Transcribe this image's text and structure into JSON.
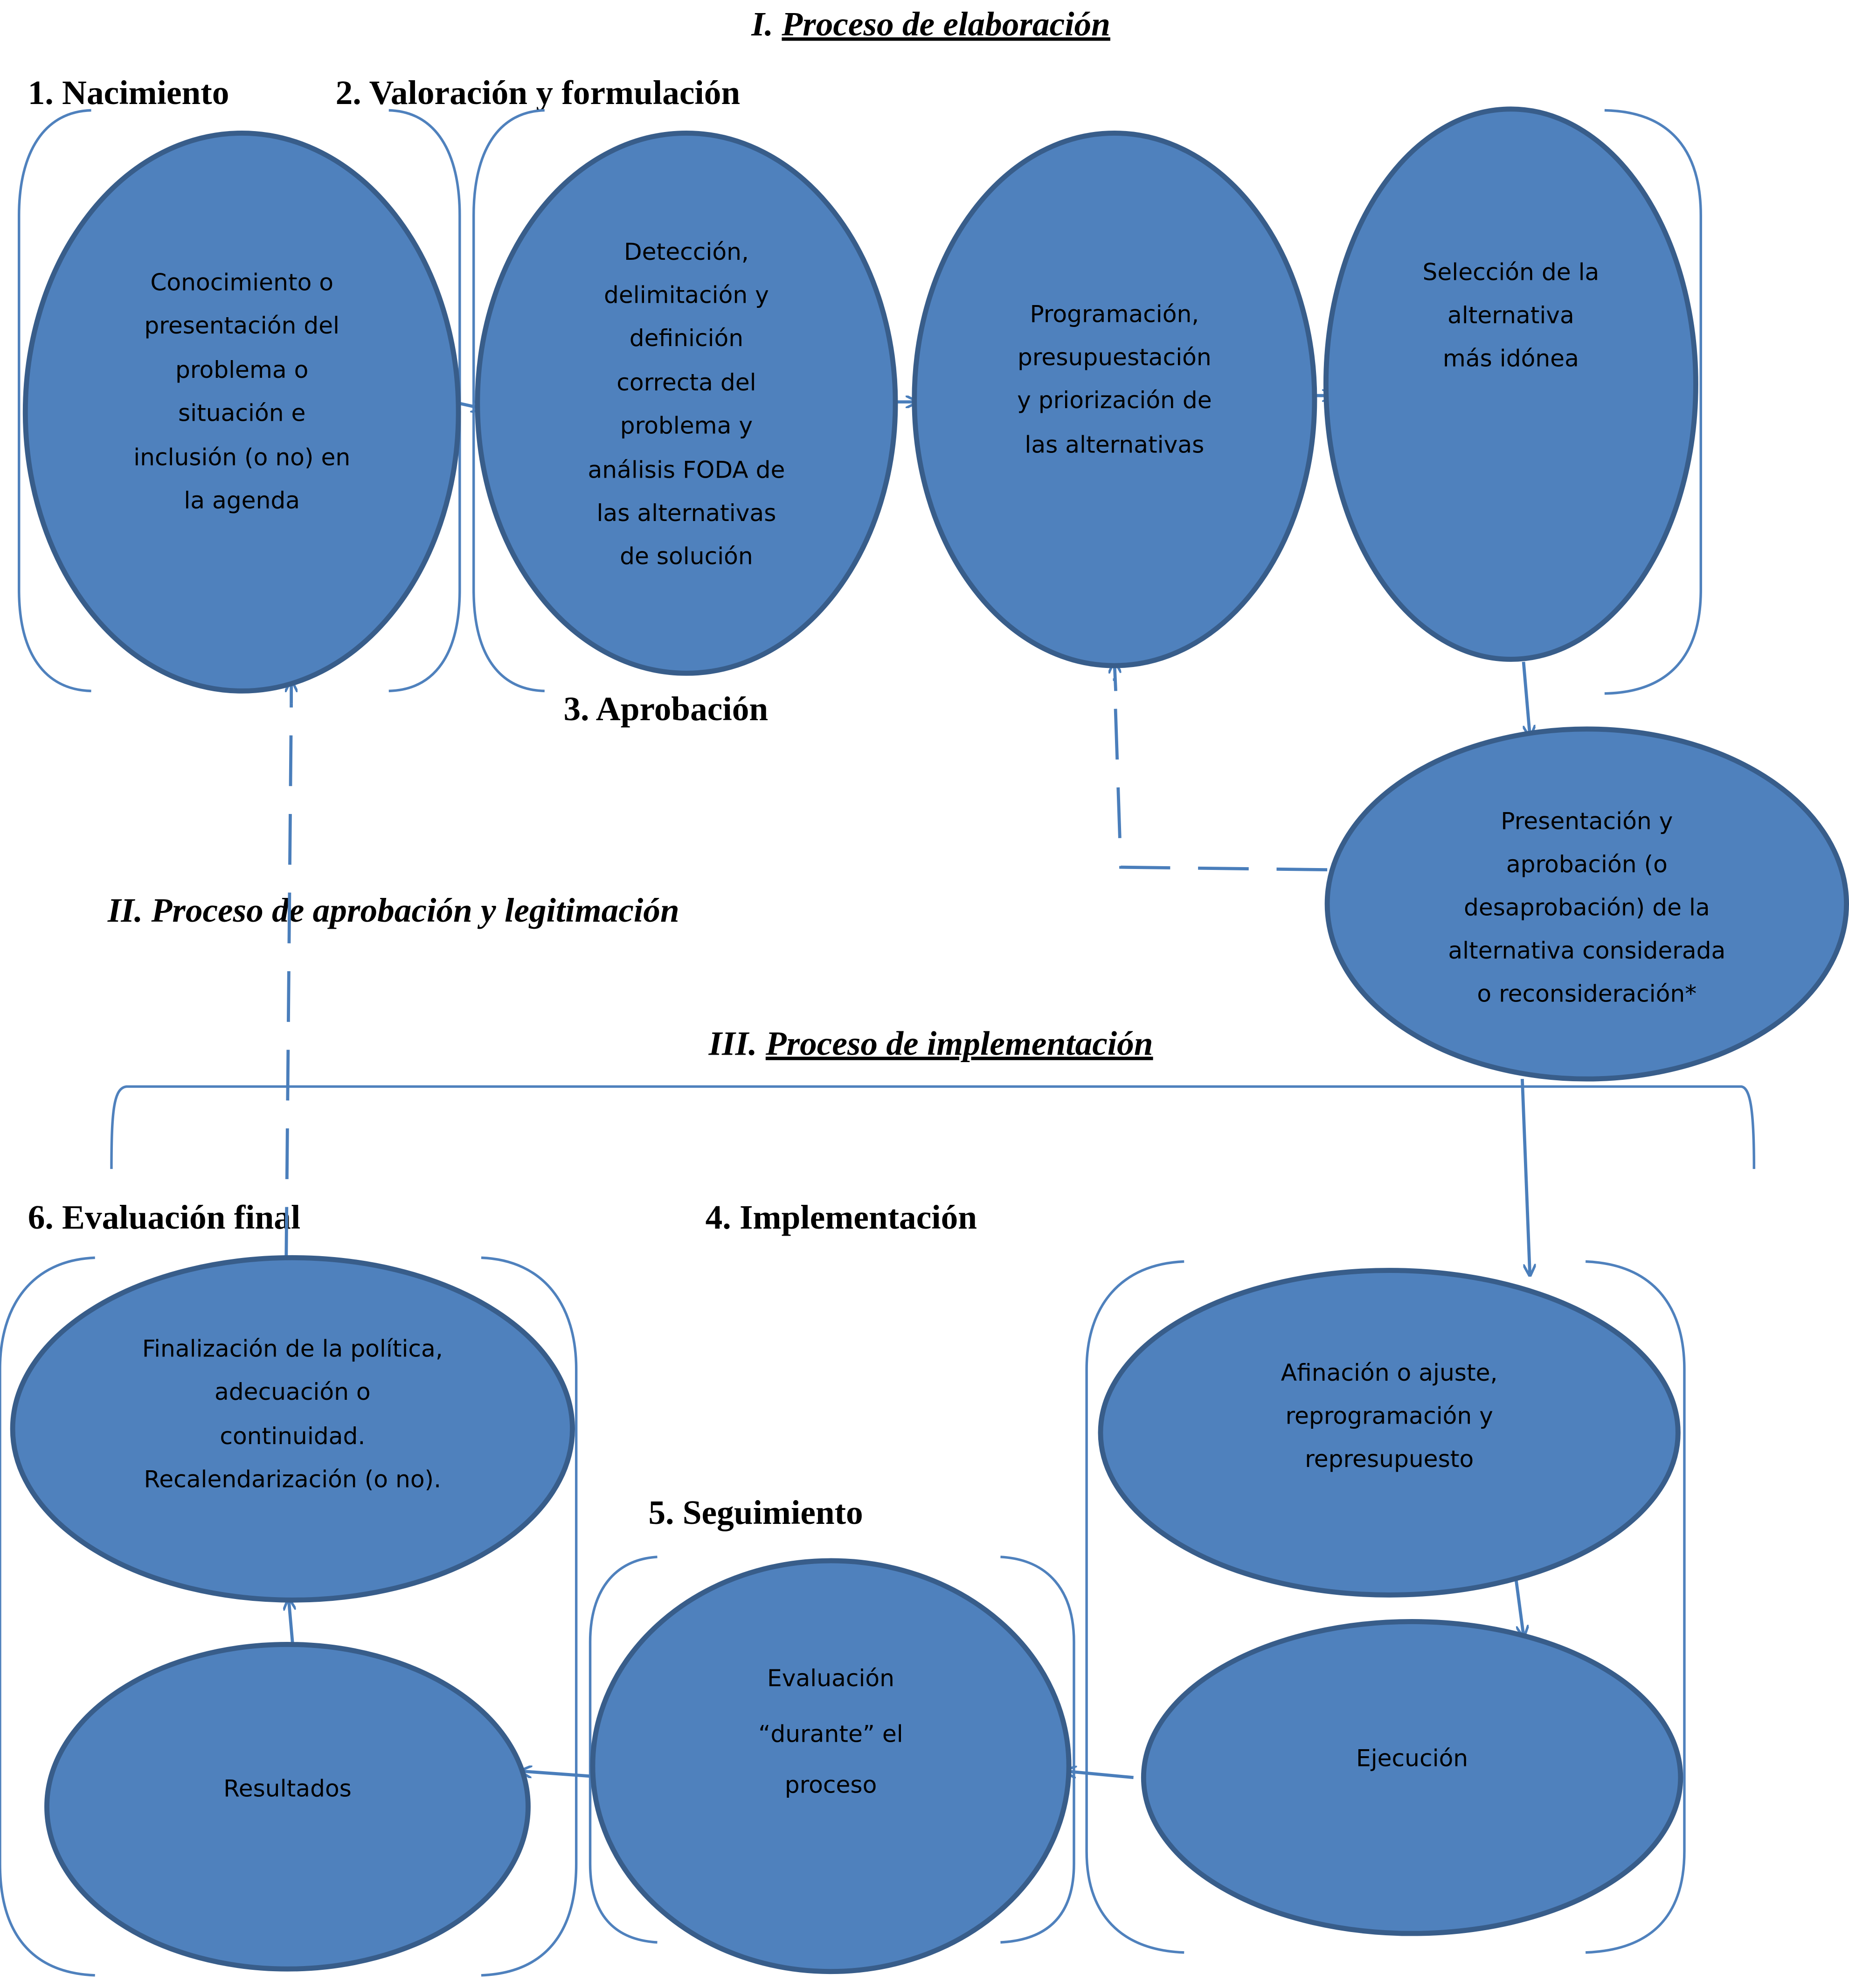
{
  "colors": {
    "node_fill": "#4f81bd",
    "node_border": "#385d8a",
    "connector": "#4a7ebb"
  },
  "sections": {
    "s1": {
      "num": "I.",
      "title": "Proceso de elaboración"
    },
    "s2": {
      "title": "II. Proceso de aprobación y legitimación"
    },
    "s3": {
      "num": "III.",
      "title": "Proceso de implementación"
    }
  },
  "stages": {
    "nacimiento": "1. Nacimiento",
    "valoracion": "2. Valoración y formulación",
    "aprobacion": "3. Aprobación",
    "implementacion": "4. Implementación",
    "seguimiento": "5. Seguimiento",
    "evaluacion": "6. Evaluación final"
  },
  "nodes": {
    "conocimiento": [
      "Conocimiento o",
      "presentación del",
      "problema o",
      "situación e",
      "inclusión (o no) en",
      "la agenda"
    ],
    "deteccion": [
      "Detección,",
      "delimitación y",
      "definición",
      "correcta del",
      "problema y",
      "análisis FODA de",
      "las alternativas",
      "de solución"
    ],
    "programacion": [
      "Programación,",
      "presupuestación",
      "y priorización de",
      "las alternativas"
    ],
    "seleccion": [
      "Selección de la",
      "alternativa",
      "más idónea"
    ],
    "presentacion": [
      "Presentación y",
      "aprobación (o",
      "desaprobación) de la",
      "alternativa considerada",
      "o reconsideración*"
    ],
    "afinacion": [
      "Afinación o ajuste,",
      "reprogramación y",
      "represupuesto"
    ],
    "ejecucion": [
      "Ejecución"
    ],
    "evaluacion_durante": [
      "Evaluación",
      "“durante” el",
      "proceso"
    ],
    "resultados": [
      "Resultados"
    ],
    "finalizacion": [
      "Finalización de la política,",
      "adecuación o",
      "continuidad.",
      "Recalendarización (o no)."
    ]
  }
}
